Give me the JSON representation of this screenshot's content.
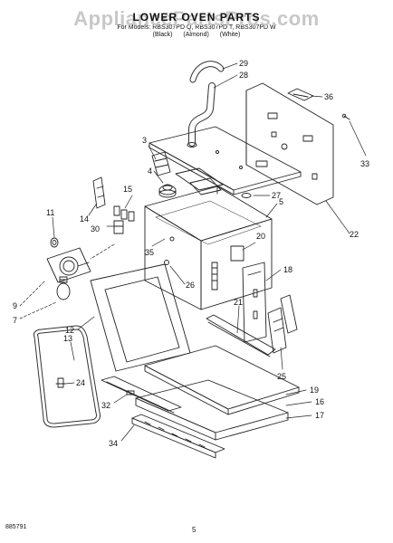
{
  "header": {
    "watermark": "AppliancePartsPros.com",
    "title": "LOWER OVEN PARTS",
    "models": "For Models: RBS307PD Q, RBS307PD T, RBS307PD W",
    "colors": [
      "(Black)",
      "(Almond)",
      "(White)"
    ]
  },
  "callouts": [
    {
      "id": "29",
      "text": "29"
    },
    {
      "id": "28",
      "text": "28"
    },
    {
      "id": "36",
      "text": "36"
    },
    {
      "id": "3",
      "text": "3"
    },
    {
      "id": "33",
      "text": "33"
    },
    {
      "id": "4",
      "text": "4"
    },
    {
      "id": "15",
      "text": "15"
    },
    {
      "id": "27",
      "text": "27"
    },
    {
      "id": "5",
      "text": "5"
    },
    {
      "id": "11",
      "text": "11"
    },
    {
      "id": "14",
      "text": "14"
    },
    {
      "id": "30",
      "text": "30"
    },
    {
      "id": "22",
      "text": "22"
    },
    {
      "id": "20",
      "text": "20"
    },
    {
      "id": "35",
      "text": "35"
    },
    {
      "id": "18",
      "text": "18"
    },
    {
      "id": "9",
      "text": "9"
    },
    {
      "id": "26",
      "text": "26"
    },
    {
      "id": "7",
      "text": "7"
    },
    {
      "id": "12",
      "text": "12"
    },
    {
      "id": "21",
      "text": "21"
    },
    {
      "id": "13",
      "text": "13"
    },
    {
      "id": "25",
      "text": "25"
    },
    {
      "id": "24",
      "text": "24"
    },
    {
      "id": "19",
      "text": "19"
    },
    {
      "id": "16",
      "text": "16"
    },
    {
      "id": "17",
      "text": "17"
    },
    {
      "id": "32",
      "text": "32"
    },
    {
      "id": "34",
      "text": "34"
    }
  ],
  "footer": {
    "code": "885791",
    "page": "5"
  }
}
